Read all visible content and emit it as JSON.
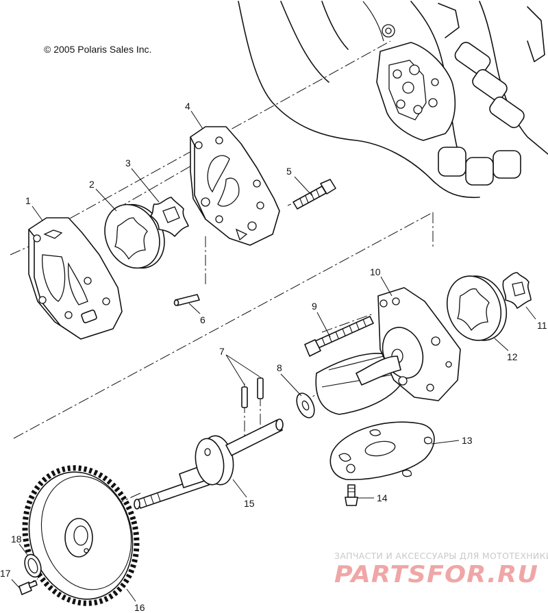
{
  "copyright": "© 2005 Polaris Sales Inc.",
  "callouts": {
    "p1": "1",
    "p2": "2",
    "p3": "3",
    "p4": "4",
    "p5": "5",
    "p6": "6",
    "p7": "7",
    "p8": "8",
    "p9": "9",
    "p10": "10",
    "p11": "11",
    "p12": "12",
    "p13": "13",
    "p14": "14",
    "p15": "15",
    "p16": "16",
    "p17": "17",
    "p18": "18"
  },
  "watermark": {
    "tagline": "ЗАПЧАСТИ И АКСЕССУАРЫ ДЛЯ МОТОТЕХНИКИ",
    "logo": "PARTSFOR.RU"
  }
}
